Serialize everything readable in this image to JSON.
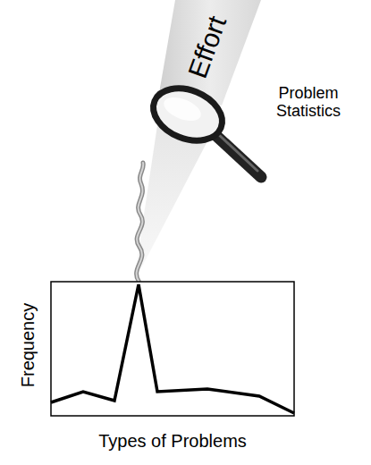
{
  "diagram": {
    "labels": [
      "Effort",
      "Problem Statistics",
      "Frequency",
      "Types of Problems"
    ]
  }
}
